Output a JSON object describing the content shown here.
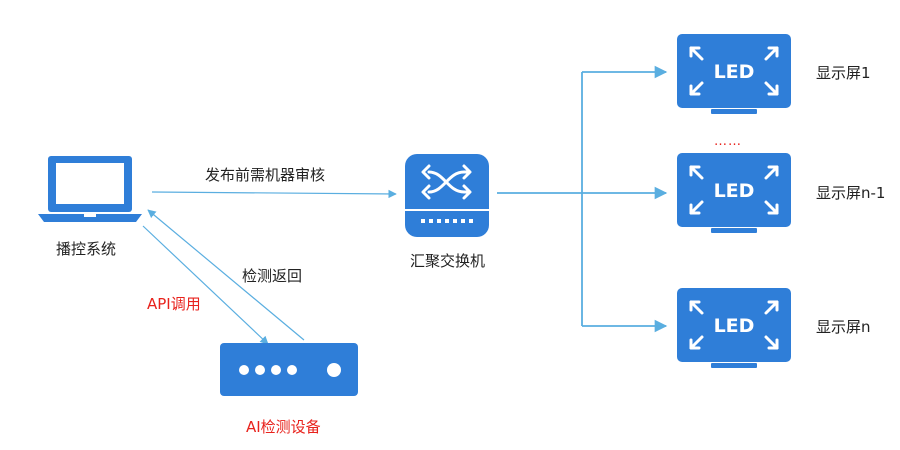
{
  "nodes": {
    "control": {
      "label": "播控系统",
      "icon": "laptop-icon"
    },
    "ai_device": {
      "label": "AI检测设备",
      "icon": "network-device-icon"
    },
    "switch": {
      "label": "汇聚交换机",
      "icon": "network-switch-icon"
    },
    "screens": [
      {
        "label": "显示屏1",
        "badge": "LED",
        "icon": "led-display-icon"
      },
      {
        "label": "显示屏n-1",
        "badge": "LED",
        "icon": "led-display-icon"
      },
      {
        "label": "显示屏n",
        "badge": "LED",
        "icon": "led-display-icon"
      }
    ],
    "ellipsis": "……"
  },
  "edges": {
    "publish": "发布前需机器审核",
    "api_call": "API调用",
    "detect_return": "检测返回"
  },
  "colors": {
    "icon_blue": "#2f7ed8",
    "line_blue": "#5aaee0",
    "highlight_red": "#e8221c",
    "text": "#222222"
  }
}
